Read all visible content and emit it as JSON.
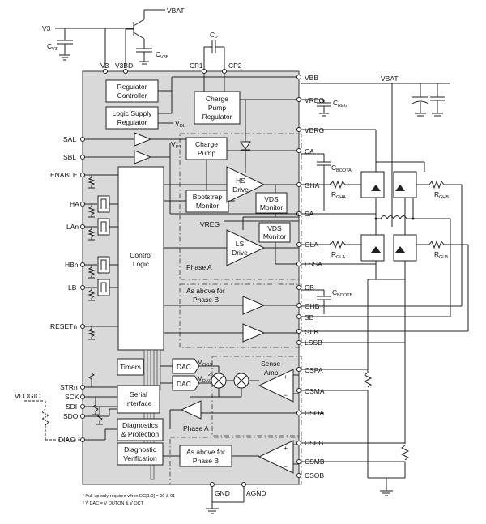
{
  "pins_left": {
    "sal": "SAL",
    "sbl": "SBL",
    "enable": "ENABLE",
    "ha": "HA",
    "lan": "LAn",
    "hbn": "HBn",
    "lb": "LB",
    "resetn": "RESETn",
    "strn": "STRn",
    "sck": "SCK",
    "sdi": "SDI",
    "sdo": "SDO",
    "diag": "DIAG"
  },
  "pins_right": {
    "vbb": "VBB",
    "vreg": "VREG",
    "vbrg": "VBRG",
    "ca": "CA",
    "gha": "GHA",
    "sa": "SA",
    "gla": "GLA",
    "lssa": "LSSA",
    "cb": "CB",
    "ghb": "GHB",
    "sb": "SB",
    "glb": "GLB",
    "lssb": "LSSB",
    "cspa": "CSPA",
    "csma": "CSMA",
    "csoa": "CSOA",
    "cspb": "CSPB",
    "csmb": "CSMB",
    "csob": "CSOB"
  },
  "pins_top": {
    "v3": "V3",
    "v3bd": "V3BD",
    "cp1": "CP1",
    "cp2": "CP2"
  },
  "pins_bottom": {
    "gnd": "GND",
    "agnd": "AGND"
  },
  "external": {
    "v3": "V3",
    "vbat_top": "VBAT",
    "vbat_right": "VBAT",
    "vlogic": "VLOGIC",
    "cv3": "C",
    "cv3_sub": "V3",
    "cv3b": "C",
    "cv3b_sub": "V3B",
    "cp": "C",
    "cp_sub": "P",
    "creg": "C",
    "creg_sub": "REG",
    "cboota": "C",
    "cboota_sub": "BOOTA",
    "cbootb": "C",
    "cbootb_sub": "BOOTB",
    "rgha": "R",
    "rgha_sub": "GHA",
    "rgla": "R",
    "rgla_sub": "GLA",
    "rghb": "R",
    "rghb_sub": "GHB",
    "rglb": "R",
    "rglb_sub": "GLB",
    "diag_sup": "1"
  },
  "blocks": {
    "regulator_controller": [
      "Regulator",
      "Controller"
    ],
    "logic_supply": [
      "Logic Supply",
      "Regulator"
    ],
    "charge_pump_reg": [
      "Charge",
      "Pump",
      "Regulator"
    ],
    "charge_pump": [
      "Charge",
      "Pump"
    ],
    "bootstrap_monitor": [
      "Bootstrap",
      "Monitor"
    ],
    "hs_drive": [
      "HS",
      "Drive"
    ],
    "vds_monitor_1": [
      "VDS",
      "Monitor"
    ],
    "vds_monitor_2": [
      "VDS",
      "Monitor"
    ],
    "ls_drive": [
      "LS",
      "Drive"
    ],
    "control_logic": [
      "Control",
      "Logic"
    ],
    "phase_a": "Phase A",
    "phase_b_drv": [
      "As above for",
      "Phase B"
    ],
    "timers": "Timers",
    "serial_interface": [
      "Serial",
      "Interface"
    ],
    "diagnostics": [
      "Diagnostics",
      "& Protection"
    ],
    "diag_verification": [
      "Diagnostic",
      "Verification"
    ],
    "dac": "DAC",
    "sense_amp": [
      "Sense",
      "Amp"
    ],
    "phase_a_sense": "Phase A",
    "phase_b_sense": [
      "As above for",
      "Phase B"
    ]
  },
  "internal_labels": {
    "vdl": "V",
    "vdl_sub": "DL",
    "vpt": "V",
    "vpt_sub": "PT",
    "vreg": "VREG",
    "voos": "V",
    "voos_sub": "OOS",
    "vdac": "V",
    "vdac_sub": "DAC",
    "two": "2",
    "plus": "+",
    "minus": "−"
  },
  "footnotes": [
    "¹ Pull-up only required when DG[1:0] = 00 & 01",
    "² V DAC = V OUTON & V OCT"
  ]
}
